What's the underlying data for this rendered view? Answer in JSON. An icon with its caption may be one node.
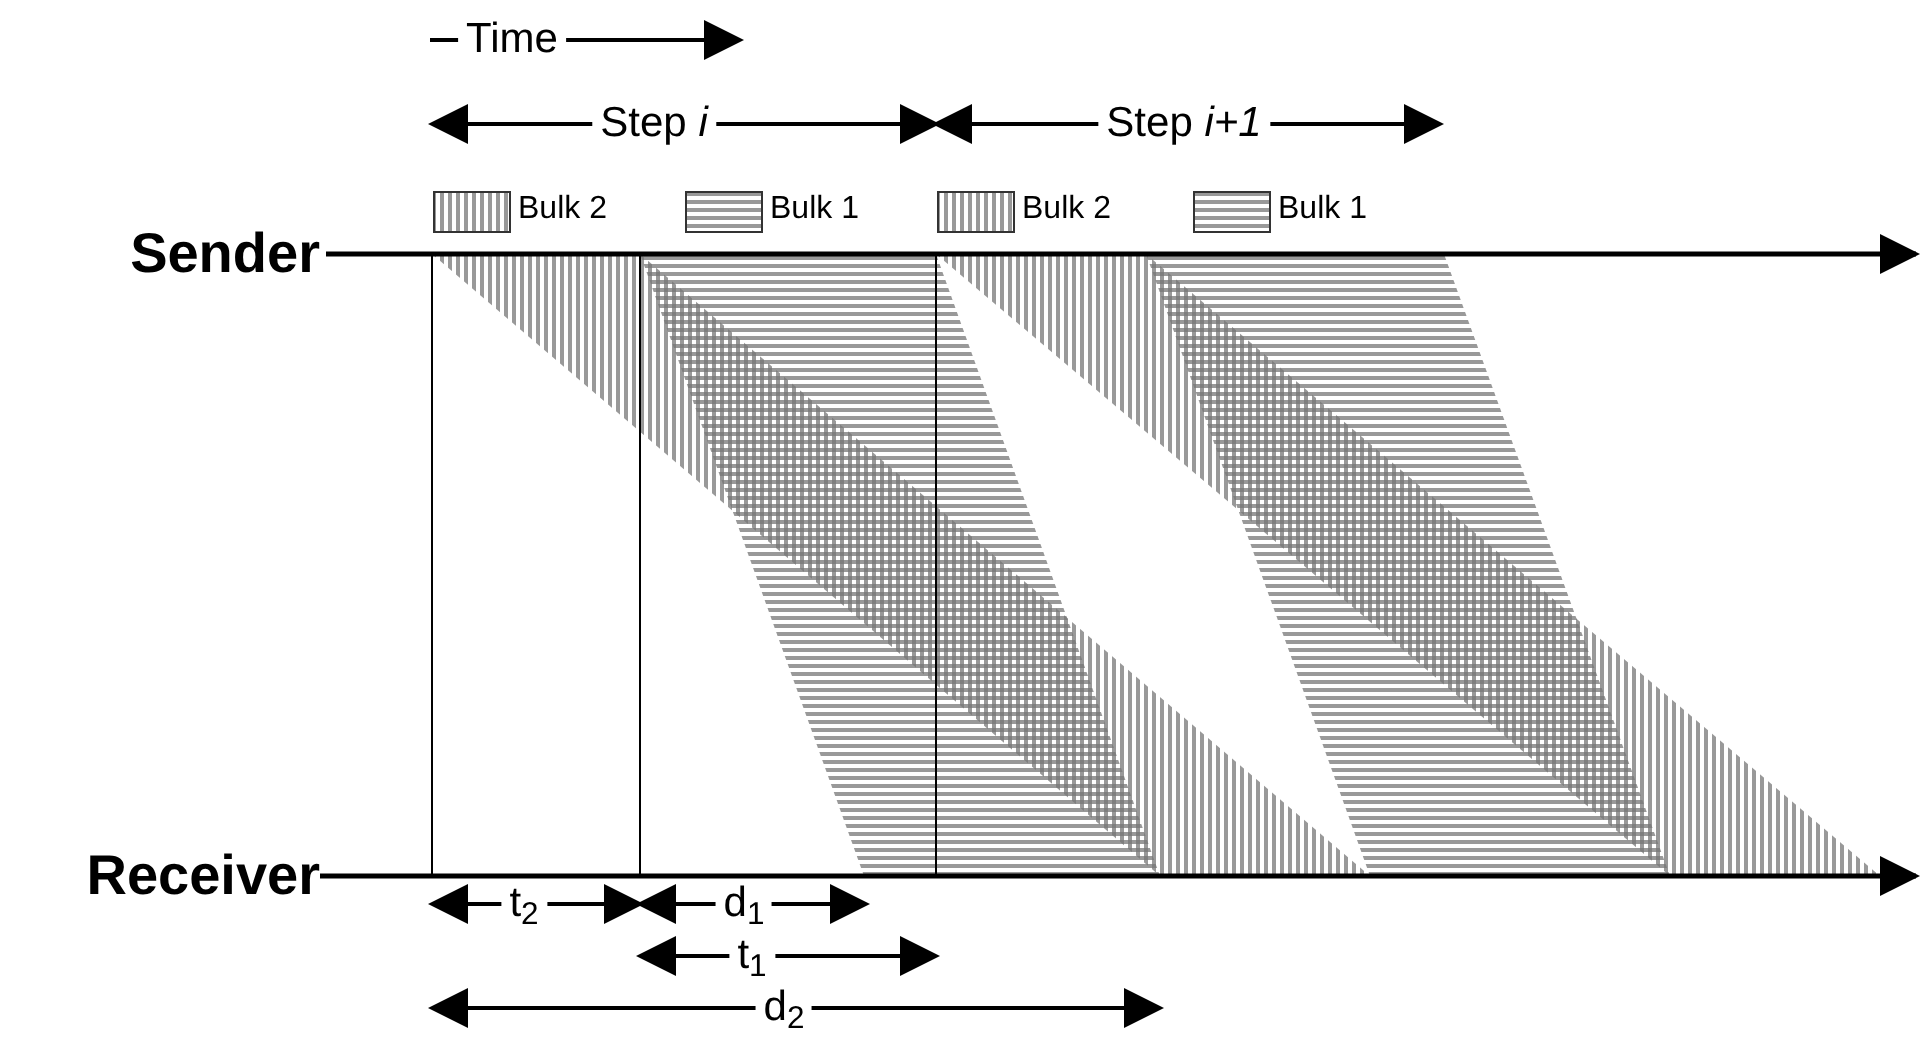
{
  "diagram": {
    "nodes": [
      {
        "text": [
          "Sender"
        ]
      },
      {
        "text": [
          "Receiver"
        ]
      }
    ],
    "edges": [
      {
        "from": 0,
        "to": null,
        "arrow": "to"
      },
      {
        "from": 1,
        "to": null,
        "arrow": "to"
      }
    ],
    "labels": [
      "Time",
      "Step *i*",
      "Step *i+1*",
      "t$_{2}$",
      "d$_{1}$",
      "t$_{1}$",
      "d$_{2}$"
    ],
    "legend": [
      {
        "text": "Bulk 2"
      },
      {
        "text": "Bulk 1"
      },
      {
        "text": "Bulk 2"
      },
      {
        "text": "Bulk 1"
      }
    ]
  }
}
